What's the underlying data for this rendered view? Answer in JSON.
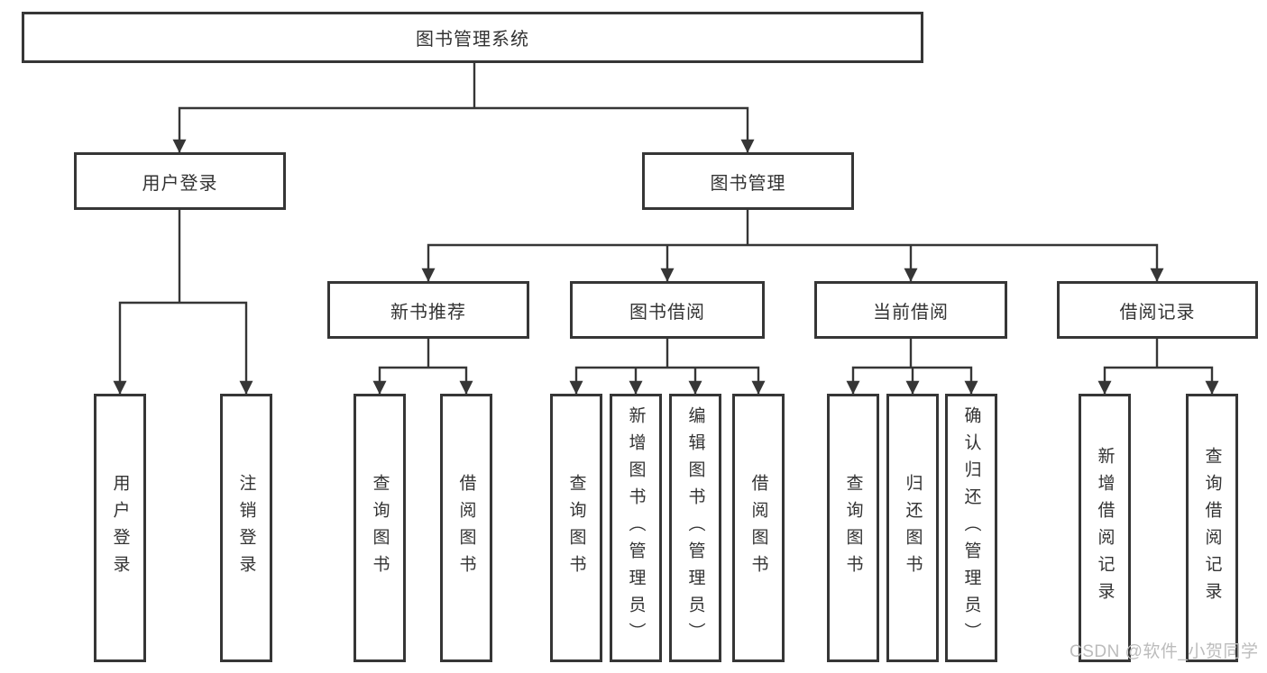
{
  "tree": {
    "root": {
      "label": "图书管理系统"
    },
    "children": [
      {
        "id": "user-login",
        "label": "用户登录",
        "children": [
          {
            "label": "用户登录"
          },
          {
            "label": "注销登录"
          }
        ]
      },
      {
        "id": "book-management",
        "label": "图书管理",
        "children": [
          {
            "id": "new-book-recommend",
            "label": "新书推荐",
            "children": [
              {
                "label": "查询图书"
              },
              {
                "label": "借阅图书"
              }
            ]
          },
          {
            "id": "book-borrowing",
            "label": "图书借阅",
            "children": [
              {
                "label": "查询图书"
              },
              {
                "label": "新增图书（管理员）"
              },
              {
                "label": "编辑图书（管理员）"
              },
              {
                "label": "借阅图书"
              }
            ]
          },
          {
            "id": "current-borrowing",
            "label": "当前借阅",
            "children": [
              {
                "label": "查询图书"
              },
              {
                "label": "归还图书"
              },
              {
                "label": "确认归还（管理员）"
              }
            ]
          },
          {
            "id": "borrowing-records",
            "label": "借阅记录",
            "children": [
              {
                "label": "新增借阅记录"
              },
              {
                "label": "查询借阅记录"
              }
            ]
          }
        ]
      }
    ]
  },
  "watermark": "CSDN @软件_小贺同学",
  "colors": {
    "line": "#363636",
    "text": "#333333",
    "watermark": "#bcbcbc",
    "background": "#ffffff"
  }
}
